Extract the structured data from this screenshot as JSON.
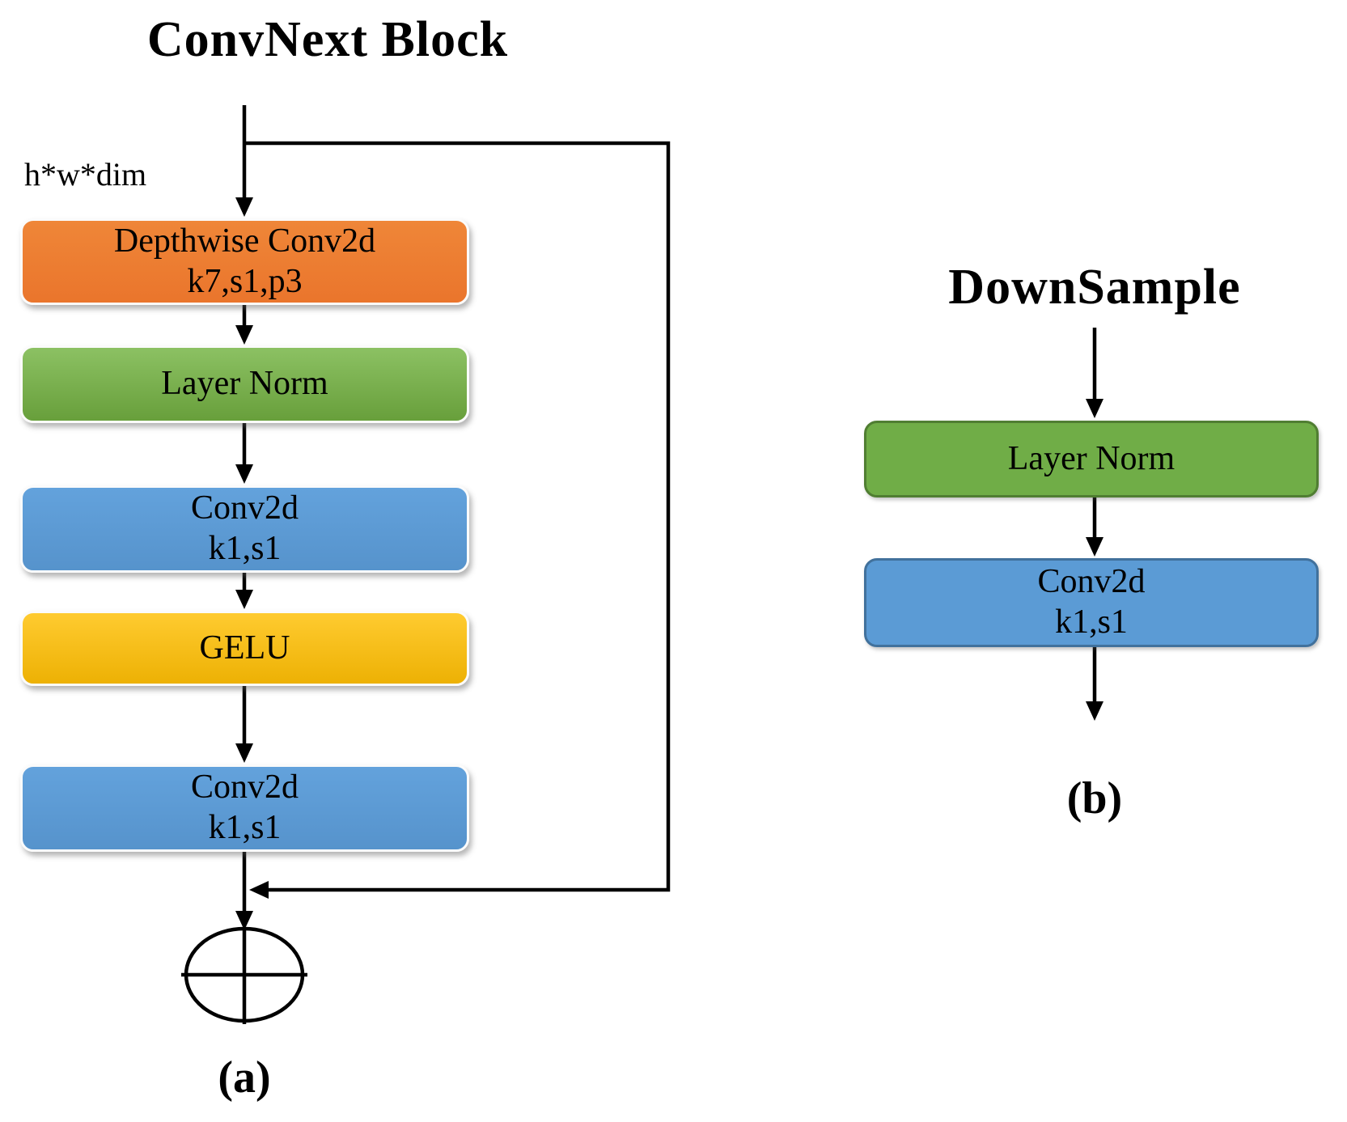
{
  "diagram_a": {
    "title": "ConvNext Block",
    "input_shape_label": "h*w*dim",
    "nodes": [
      {
        "line1": "Depthwise Conv2d",
        "line2": "k7,s1,p3",
        "fill": "#ED7D31"
      },
      {
        "line1": "Layer Norm",
        "line2": "",
        "fill": "#70AD47"
      },
      {
        "line1": "Conv2d",
        "line2": "k1,s1",
        "fill": "#5B9BD5"
      },
      {
        "line1": "GELU",
        "line2": "",
        "fill": "#FFC000"
      },
      {
        "line1": "Conv2d",
        "line2": "k1,s1",
        "fill": "#5B9BD5"
      }
    ],
    "skip_connection": "identity branch from input to merge point",
    "merge_icon": "circle-plus-add-icon",
    "caption": "(a)"
  },
  "diagram_b": {
    "title": "DownSample",
    "nodes": [
      {
        "line1": "Layer Norm",
        "line2": "",
        "fill": "#70AD47",
        "border": "#507E32"
      },
      {
        "line1": "Conv2d",
        "line2": "k1,s1",
        "fill": "#5B9BD5",
        "border": "#41719C"
      }
    ],
    "caption": "(b)"
  },
  "colors": {
    "orange": "#ED7D31",
    "green": "#70AD47",
    "blue": "#5B9BD5",
    "yellow": "#FFC000",
    "line": "#000000",
    "background": "#FFFFFF"
  }
}
